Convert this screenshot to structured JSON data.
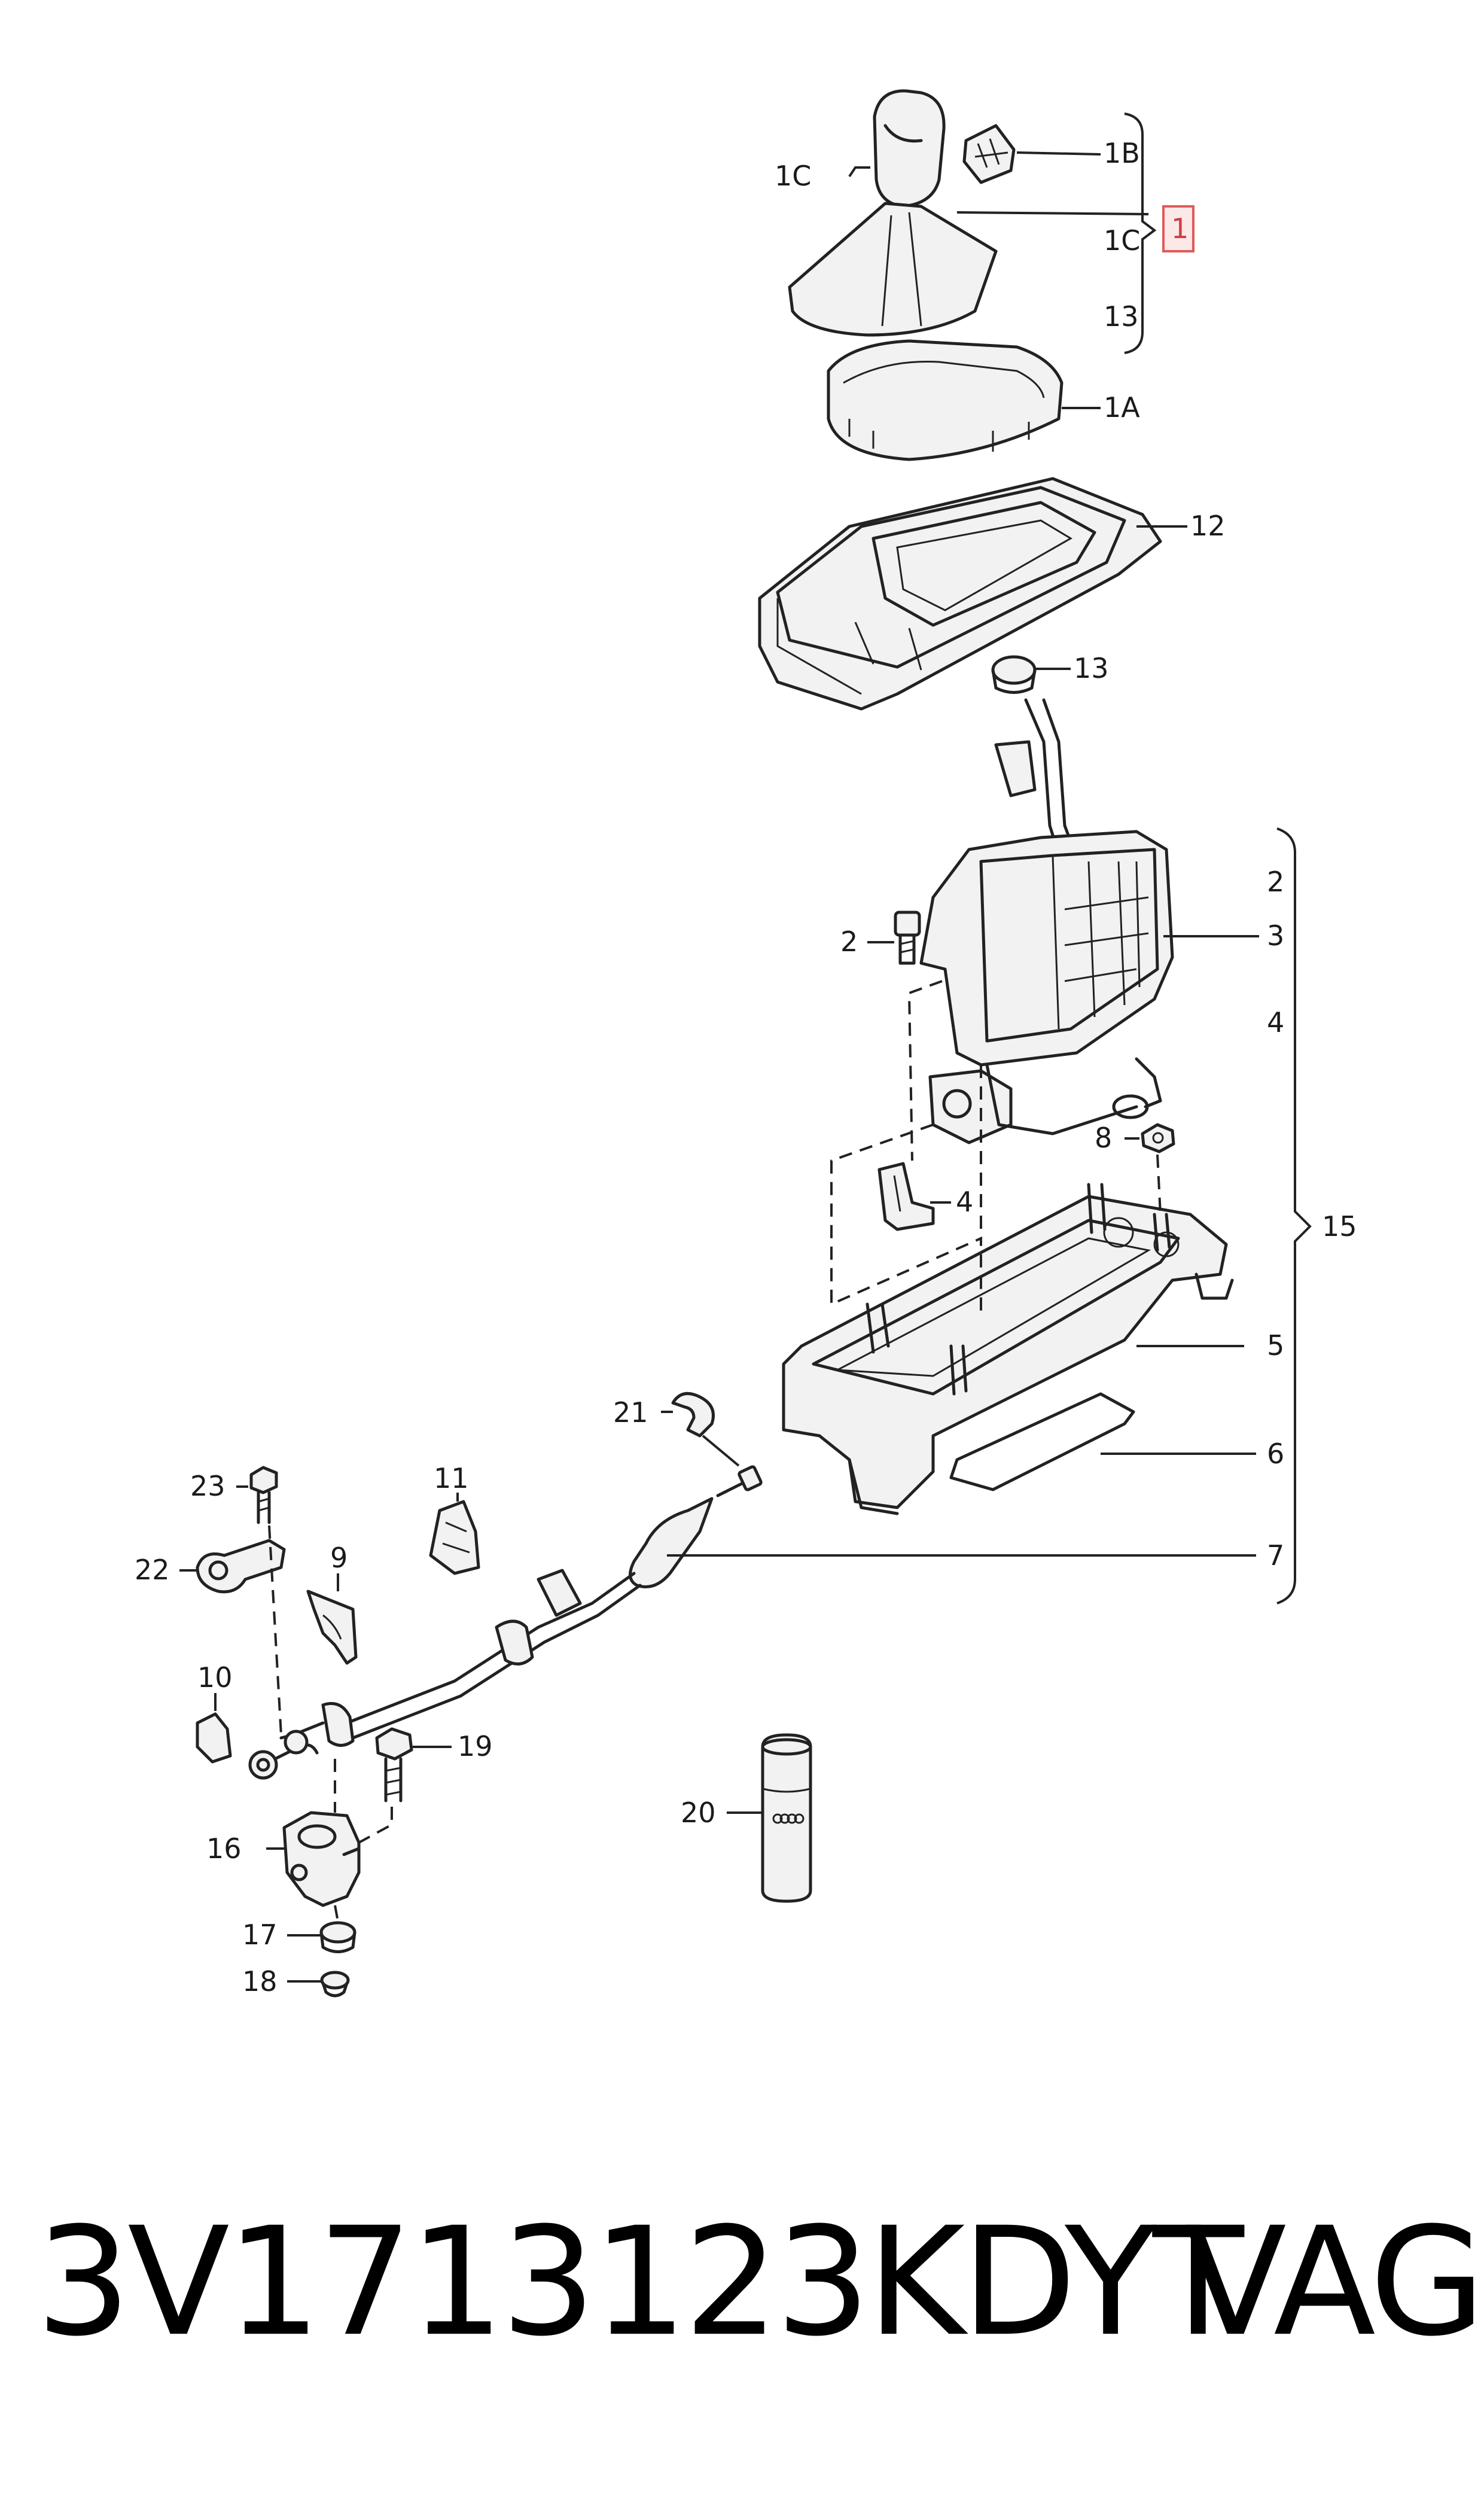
{
  "diagram": {
    "callouts": {
      "c1B": "1B",
      "c1C_knob": "1C",
      "c1C_brace": "1C",
      "c1_highlight": "1",
      "c13_top": "13",
      "c1A": "1A",
      "c12": "12",
      "c13_collar": "13",
      "c2_left": "2",
      "c2_right": "2",
      "c3": "3",
      "c4_right": "4",
      "c4_clip": "4",
      "c8": "8",
      "c15": "15",
      "c5": "5",
      "c6": "6",
      "c7": "7",
      "c21": "21",
      "c23": "23",
      "c11": "11",
      "c22": "22",
      "c9": "9",
      "c10": "10",
      "c19": "19",
      "c16": "16",
      "c20": "20",
      "c17": "17",
      "c18": "18"
    },
    "highlight_color": "#e05a5a"
  },
  "footer": {
    "part_number": "3V1713123KDYT",
    "brand": "VAG"
  }
}
